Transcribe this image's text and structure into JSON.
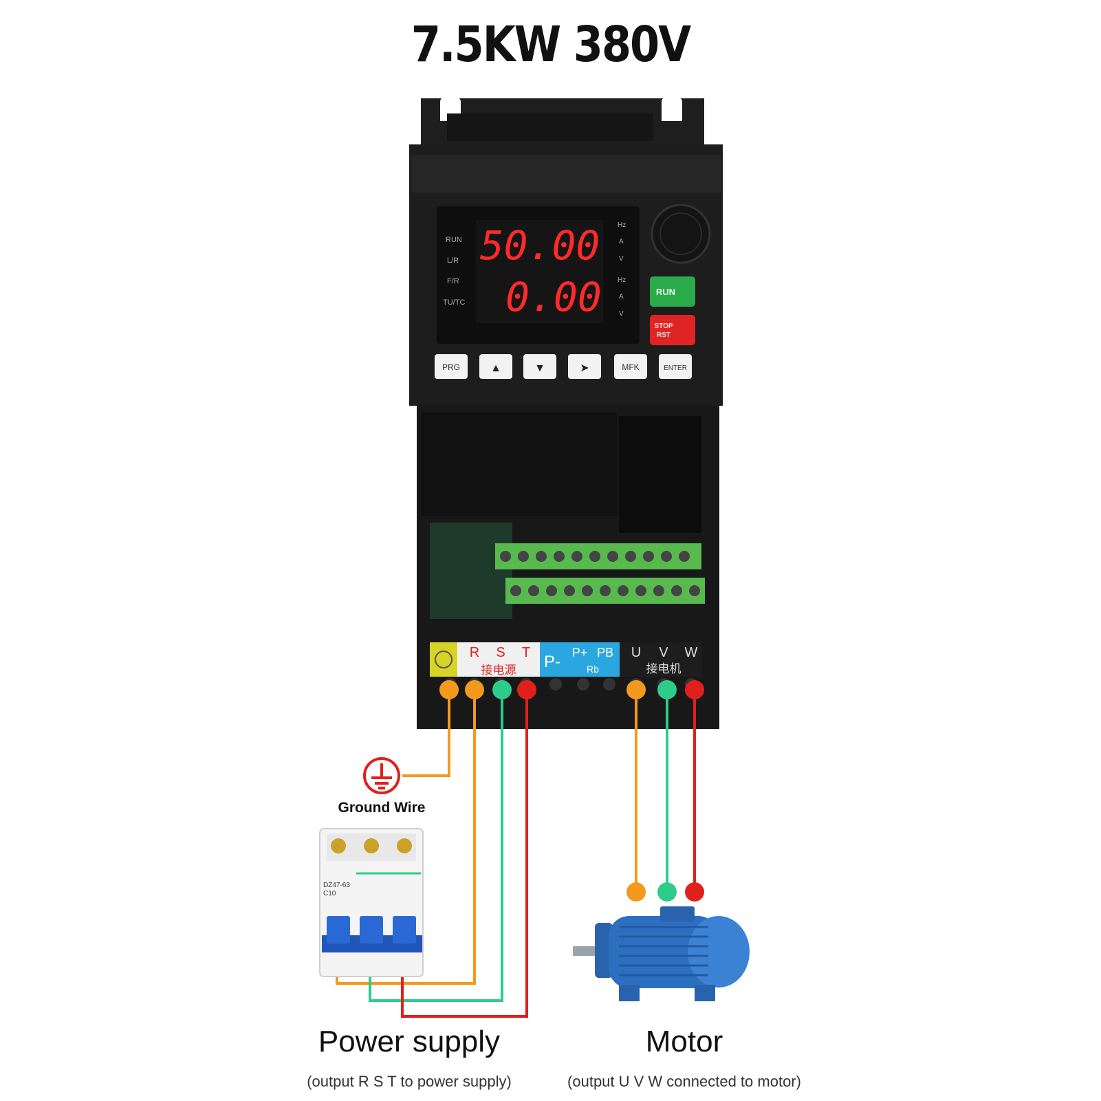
{
  "title": "7.5KW 380V",
  "display": {
    "main_value": "50.00",
    "sub_value": "0.00",
    "left_indicators": [
      "RUN",
      "L/R",
      "F/R",
      "TU/TC"
    ],
    "right_units": [
      "Hz",
      "A",
      "V",
      "Hz",
      "A",
      "V"
    ]
  },
  "buttons": {
    "run": "RUN",
    "stop": "STOP",
    "reset": "RST",
    "prg": "PRG",
    "up": "▲",
    "down": "▼",
    "right": "➤",
    "mfk": "MFK",
    "enter": "ENTER"
  },
  "terminals": {
    "power": [
      "R",
      "S",
      "T"
    ],
    "power_cn": "接电源",
    "dc": "P-",
    "brake": [
      "P+",
      "PB"
    ],
    "brake_cn": "Rb",
    "motor": [
      "U",
      "V",
      "W"
    ],
    "motor_cn": "接电机"
  },
  "breaker": {
    "model": "DZ47-63",
    "rating": "C10"
  },
  "ground_label": "Ground Wire",
  "power_supply": {
    "title": "Power supply",
    "subtitle": "(output R S T to power supply)"
  },
  "motor": {
    "title": "Motor",
    "subtitle": "(output U V W connected to motor)"
  },
  "colors": {
    "orange": "#f39a1e",
    "green": "#2ecc8a",
    "red": "#e0201c",
    "body": "#1b1b1b",
    "panel": "#242424",
    "display_red": "#ff2a2a",
    "terminal_green": "#5fbf5a",
    "label_blue": "#2aa7e0",
    "label_yellow": "#d8d327",
    "motor_blue": "#2d6fbf"
  }
}
